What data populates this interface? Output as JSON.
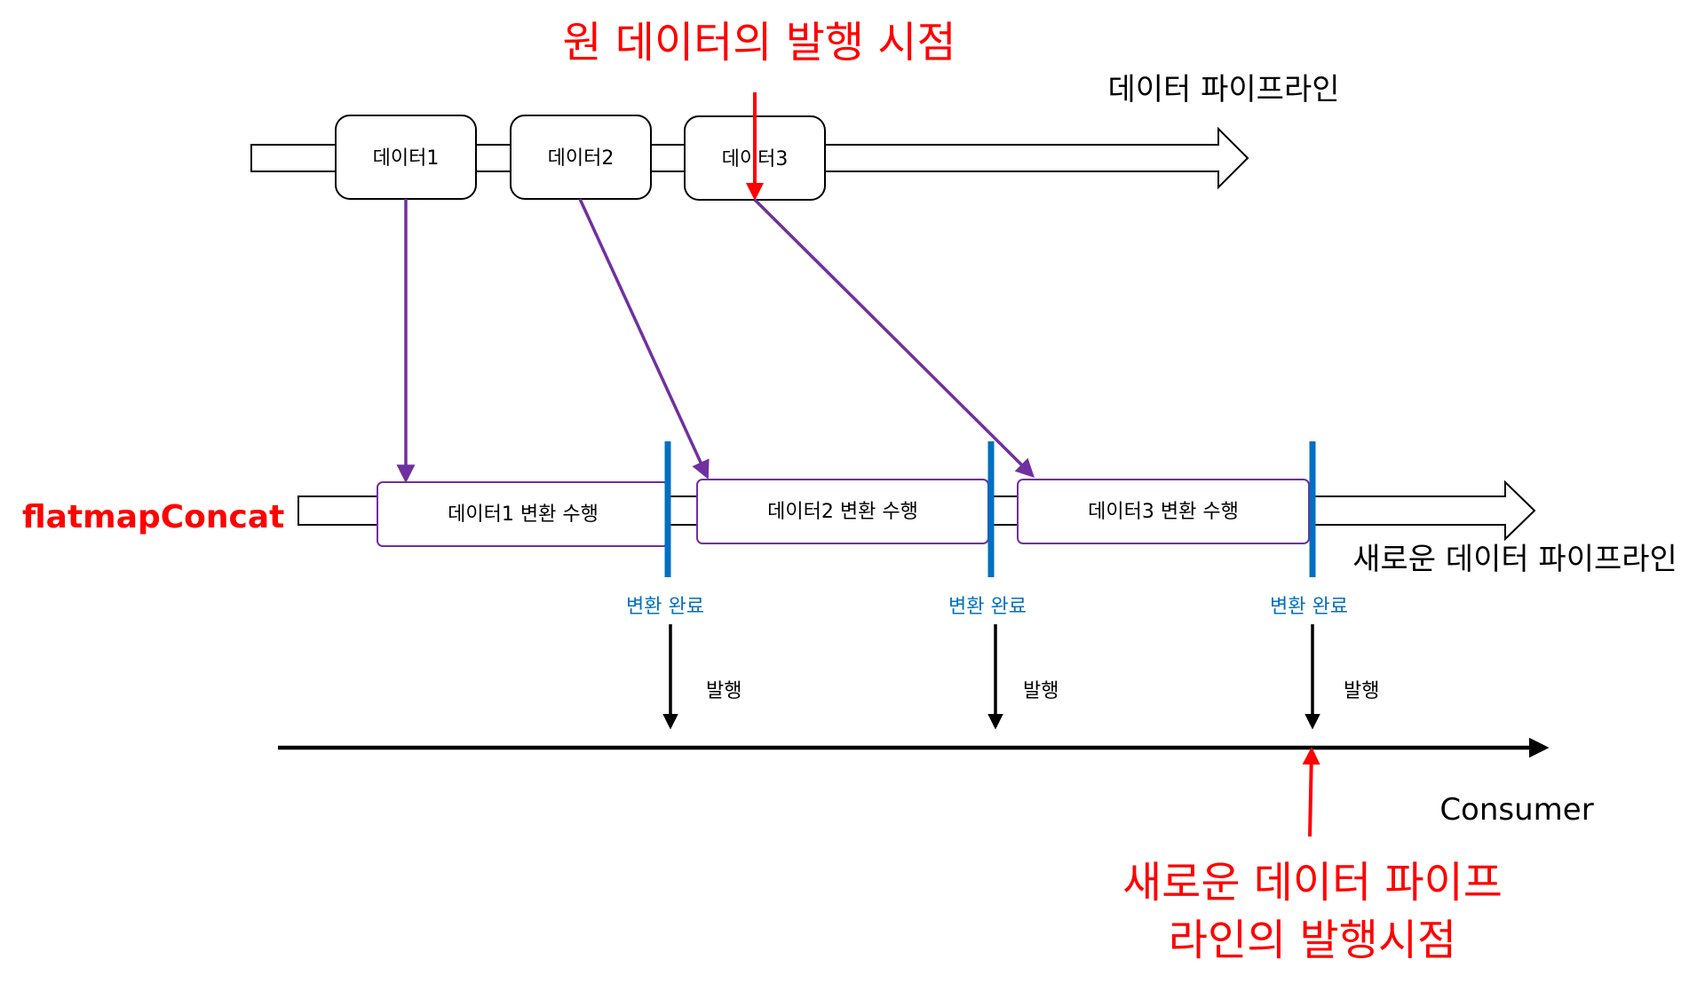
{
  "title_top": "원 데이터의 발행 시점",
  "source_pipeline_label": "데이터 파이프라인",
  "source_items": [
    "데이터1",
    "데이터2",
    "데이터3"
  ],
  "operator_label": "flatmapConcat",
  "transforms": [
    "데이터1 변환 수행",
    "데이터2 변환 수행",
    "데이터3 변환 수행"
  ],
  "new_pipeline_label": "새로운 데이터 파이프라인",
  "complete_labels": [
    "변환 완료",
    "변환 완료",
    "변환 완료"
  ],
  "emit_labels": [
    "발행",
    "발행",
    "발행"
  ],
  "consumer_label": "Consumer",
  "bottom_note_line1": "새로운 데이터 파이프",
  "bottom_note_line2": "라인의 발행시점",
  "colors": {
    "red": "#ff0000",
    "purple": "#7030a0",
    "blue": "#0070c0",
    "black": "#000000"
  }
}
